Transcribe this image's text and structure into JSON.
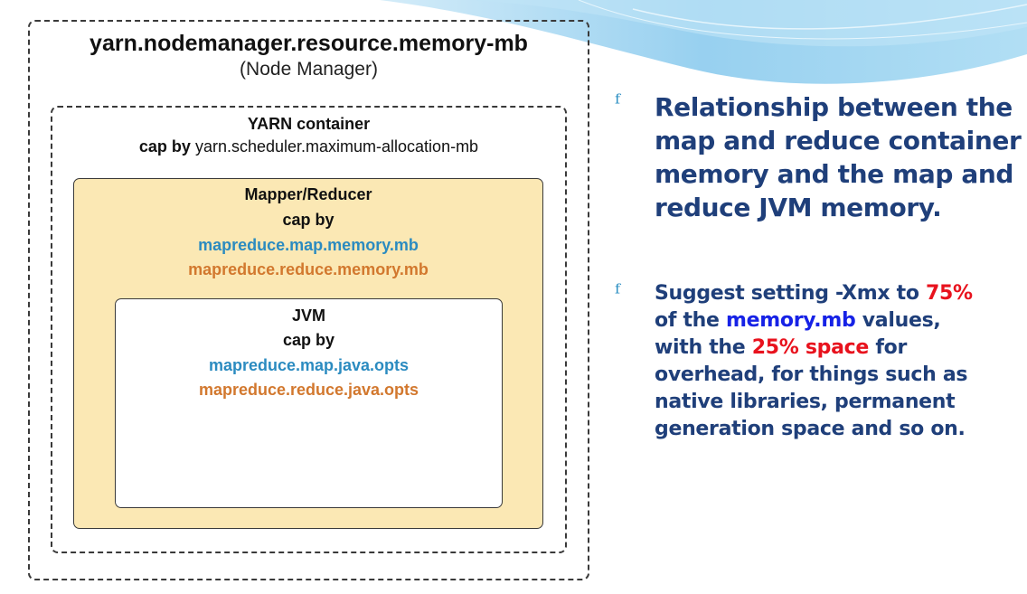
{
  "colors": {
    "swoosh": "#9fd3ee",
    "mapper_fill": "#fbe8b4",
    "blue_text": "#2b8bc0",
    "orange_text": "#d2782e",
    "bullet_text": "#1f3f7a",
    "highlight_red": "#e8121d",
    "highlight_blue": "#1622e6"
  },
  "diagram": {
    "outer": {
      "title": "yarn.nodemanager.resource.memory-mb",
      "subtitle": "(Node Manager)"
    },
    "container": {
      "title": "YARN container",
      "cap_prefix": "cap by",
      "cap_value": "yarn.scheduler.maximum-allocation-mb"
    },
    "mapper": {
      "title": "Mapper/Reducer",
      "cap_label": "cap by",
      "map_prop": "mapreduce.map.memory.mb",
      "reduce_prop": "mapreduce.reduce.memory.mb"
    },
    "jvm": {
      "title": "JVM",
      "cap_label": "cap by",
      "map_prop": "mapreduce.map.java.opts",
      "reduce_prop": "mapreduce.reduce.java.opts"
    }
  },
  "bullets": {
    "icon": "ᶠ",
    "b1": {
      "lines": [
        "Relationship between the",
        "map and reduce container",
        "memory and the map and",
        "reduce JVM memory."
      ]
    },
    "b2": {
      "l1_a": "Suggest setting -Xmx to ",
      "l1_pct": "75%",
      "l2_a": "of the ",
      "l2_mb": "memory.mb",
      "l2_b": " values,",
      "l3_a": "with the ",
      "l3_space": "25% space",
      "l3_b": " for",
      "l4": "overhead, for things such as",
      "l5": "native libraries, permanent",
      "l6": "generation space and so on."
    }
  }
}
